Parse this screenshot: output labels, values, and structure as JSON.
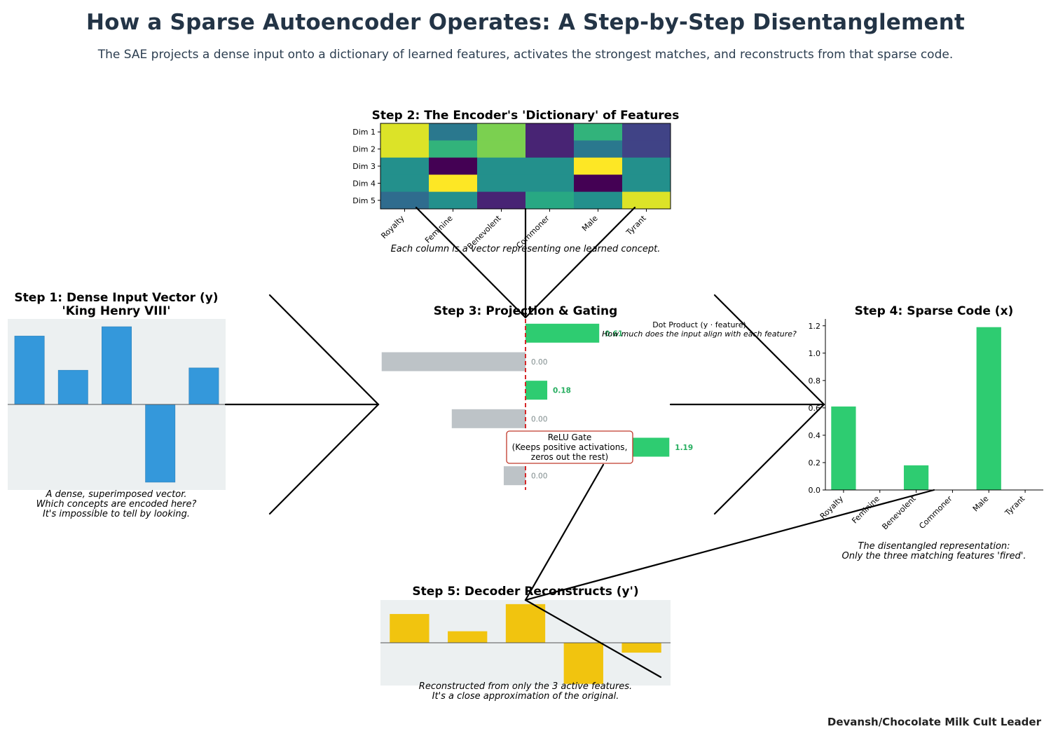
{
  "header": {
    "title": "How a Sparse Autoencoder Operates: A Step-by-Step Disentanglement",
    "subtitle": "The SAE projects a dense input onto a dictionary of learned features, activates the strongest matches, and reconstructs from that sparse code."
  },
  "footer": {
    "credit": "Devansh/Chocolate Milk Cult Leader"
  },
  "features": [
    "Royalty",
    "Feminine",
    "Benevolent",
    "Commoner",
    "Male",
    "Tyrant"
  ],
  "step1": {
    "title_line1": "Step 1: Dense Input Vector (y)",
    "title_line2": "'King Henry VIII'",
    "caption_lines": [
      "A dense, superimposed vector.",
      "Which concepts are encoded here?",
      "It's impossible to tell by looking."
    ],
    "bar_color": "#3498db",
    "panel_color": "#ecf0f1"
  },
  "step2": {
    "title": "Step 2: The Encoder's 'Dictionary' of Features",
    "row_labels": [
      "Dim 1",
      "Dim 2",
      "Dim 3",
      "Dim 4",
      "Dim 5"
    ],
    "caption": "Each column is a vector representing one learned concept."
  },
  "step3": {
    "title": "Step 3: Projection & Gating",
    "dot_product_label": "Dot Product (y · feature)",
    "dot_product_question": "How much does the input align with each feature?",
    "relu_lines": [
      "ReLU Gate",
      "(Keeps positive activations,",
      "zeros out the rest)"
    ],
    "value_labels": [
      "0.61",
      "0.00",
      "0.18",
      "0.00",
      "1.19",
      "0.00"
    ],
    "positive_color": "#2ecc71",
    "negative_color": "#bdc3c7",
    "zero_line_color": "#d62728",
    "positive_label_color": "#27ae60",
    "zero_label_color": "#7f8c8d"
  },
  "step4": {
    "title": "Step 4: Sparse Code (x)",
    "caption_lines": [
      "The disentangled representation:",
      "Only the three matching features 'fired'."
    ],
    "bar_color": "#2ecc71"
  },
  "step5": {
    "title": "Step 5: Decoder Reconstructs (y')",
    "caption_lines": [
      "Reconstructed from only the 3 active features.",
      "It's a close approximation of the original."
    ],
    "bar_color": "#f1c40f",
    "panel_color": "#ecf0f1"
  },
  "chart_data": [
    {
      "type": "bar",
      "categories": [
        "",
        "",
        "",
        "",
        ""
      ],
      "values": [
        0.88,
        0.44,
        1.0,
        -1.0,
        0.47
      ],
      "ylim": [
        -1.1,
        1.1
      ],
      "title": "Step 1: Dense Input Vector (y)"
    },
    {
      "type": "heatmap",
      "title": "Step 2: The Encoder's 'Dictionary' of Features",
      "rows": [
        "Dim 1",
        "Dim 2",
        "Dim 3",
        "Dim 4",
        "Dim 5"
      ],
      "columns": [
        "Royalty",
        "Feminine",
        "Benevolent",
        "Commoner",
        "Male",
        "Tyrant"
      ],
      "values": [
        [
          0.9,
          -0.2,
          0.6,
          -0.8,
          0.3,
          -0.6
        ],
        [
          0.9,
          0.3,
          0.6,
          -0.8,
          -0.2,
          -0.6
        ],
        [
          0.0,
          -1.0,
          0.0,
          0.0,
          1.0,
          0.0
        ],
        [
          0.0,
          1.0,
          0.0,
          0.0,
          -1.0,
          0.0
        ],
        [
          -0.3,
          0.0,
          -0.8,
          0.2,
          0.0,
          0.9
        ]
      ],
      "vmin": -1.0,
      "vmax": 1.0,
      "colormap": "viridis"
    },
    {
      "type": "bar",
      "orientation": "horizontal",
      "title": "Step 3: Projection & Gating",
      "categories": [
        "Royalty",
        "Feminine",
        "Benevolent",
        "Commoner",
        "Male",
        "Tyrant"
      ],
      "values": [
        0.61,
        -1.19,
        0.18,
        -0.61,
        1.19,
        -0.18
      ],
      "xlim": [
        -1.2,
        1.2
      ]
    },
    {
      "type": "bar",
      "title": "Step 4: Sparse Code (x)",
      "categories": [
        "Royalty",
        "Feminine",
        "Benevolent",
        "Commoner",
        "Male",
        "Tyrant"
      ],
      "values": [
        0.61,
        0.0,
        0.18,
        0.0,
        1.19,
        0.0
      ],
      "ylim": [
        0,
        1.25
      ],
      "yticks": [
        "0.0",
        "0.2",
        "0.4",
        "0.6",
        "0.8",
        "1.0",
        "1.2"
      ]
    },
    {
      "type": "bar",
      "title": "Step 5: Decoder Reconstructs (y')",
      "categories": [
        "",
        "",
        "",
        "",
        ""
      ],
      "values": [
        0.35,
        0.14,
        0.47,
        -0.5,
        -0.12
      ],
      "ylim": [
        -0.52,
        0.52
      ]
    }
  ]
}
